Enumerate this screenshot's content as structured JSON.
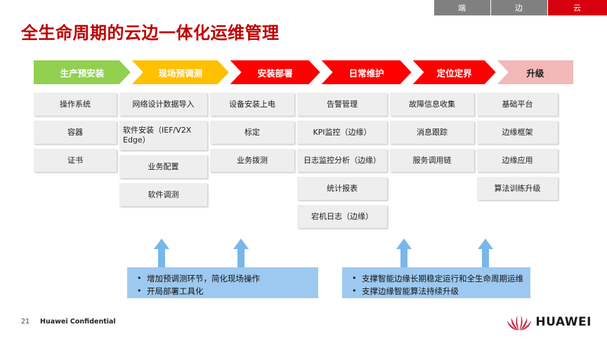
{
  "topbar": {
    "tabs": [
      {
        "label": "端",
        "active": false
      },
      {
        "label": "边",
        "active": false
      },
      {
        "label": "云",
        "active": true
      }
    ],
    "active_color": "#d7000f",
    "inactive_color": "#808080"
  },
  "title": "全生命周期的云边一体化运维管理",
  "title_color": "#c00000",
  "process": {
    "stages": [
      {
        "label": "生产预安装",
        "color": "#92d050",
        "text_color": "#ffffff"
      },
      {
        "label": "现场预调测",
        "color": "#ffc000",
        "text_color": "#ffffff"
      },
      {
        "label": "安装部署",
        "color": "#ff0000",
        "text_color": "#ffffff"
      },
      {
        "label": "日常维护",
        "color": "#ff0000",
        "text_color": "#ffffff"
      },
      {
        "label": "定位定界",
        "color": "#ff0000",
        "text_color": "#ffffff"
      },
      {
        "label": "升级",
        "color": "#f2b8b8",
        "text_color": "#1a1a1a"
      }
    ]
  },
  "columns": [
    {
      "stage": "生产预安装",
      "items": [
        "操作系统",
        "容器",
        "证书"
      ]
    },
    {
      "stage": "现场预调测",
      "items": [
        "网络设计数据导入",
        "软件安装（IEF/V2X Edge）",
        "业务配置",
        "软件调测"
      ]
    },
    {
      "stage": "安装部署",
      "items": [
        "设备安装上电",
        "标定",
        "业务拨测"
      ]
    },
    {
      "stage": "日常维护",
      "items": [
        "告警管理",
        "KPI监控（边缘）",
        "日志监控分析（边缘）",
        "统计报表",
        "宕机日志（边缘）"
      ]
    },
    {
      "stage": "定位定界",
      "items": [
        "故障信息收集",
        "消息跟踪",
        "服务调用链"
      ]
    },
    {
      "stage": "升级",
      "items": [
        "基础平台",
        "边缘框架",
        "边缘应用",
        "算法训练升级"
      ]
    }
  ],
  "callouts": [
    {
      "name": "left-callout",
      "color": "#9dc9f0",
      "bullets": [
        "增加预调测环节，简化现场操作",
        "开局部署工具化"
      ]
    },
    {
      "name": "right-callout",
      "color": "#9dc9f0",
      "bullets": [
        "支撑智能边缘长期稳定运行和全生命周期运维",
        "支撑边缘智能算法持续升级"
      ]
    }
  ],
  "arrows": {
    "color": "#78b7ea",
    "count": 4
  },
  "footer": {
    "page_number": "21",
    "confidential": "Huawei Confidential",
    "brand": "HUAWEI",
    "brand_color": "#c8102e"
  }
}
